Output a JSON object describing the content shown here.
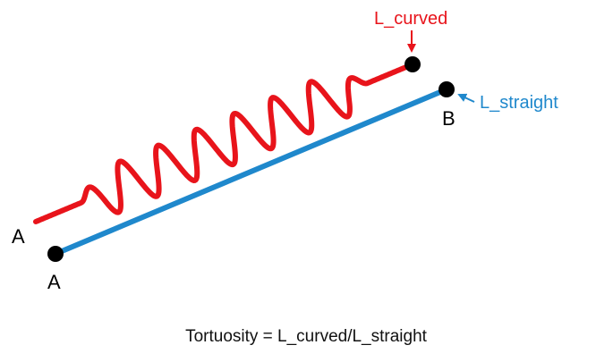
{
  "diagram": {
    "curved_start_label": "A",
    "straight_start_label": "A",
    "straight_end_label": "B",
    "curved_length_label": "L_curved",
    "straight_length_label": "L_straight",
    "formula": "Tortuosity = L_curved/L_straight"
  },
  "colors": {
    "curved": "#e8141b",
    "straight": "#1f88cc",
    "endpoint": "#000000"
  }
}
